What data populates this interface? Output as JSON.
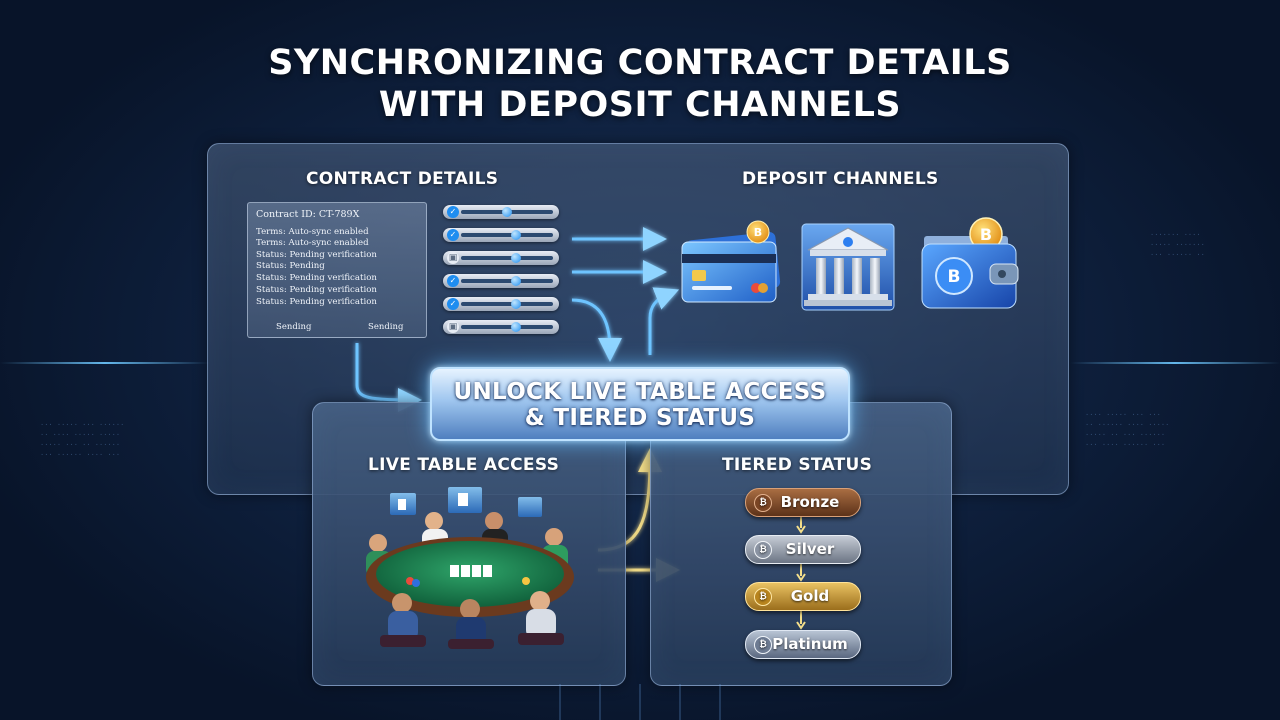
{
  "title": {
    "line1": "SYNCHRONIZING CONTRACT DETAILS",
    "line2": "WITH DEPOSIT CHANNELS"
  },
  "contract_details": {
    "heading": "CONTRACT DETAILS",
    "contract_id": "Contract ID: CT-789X",
    "lines": [
      "Terms: Auto-sync enabled",
      "Terms: Auto-sync enabled",
      "Status: Pending verification",
      "Status: Pending",
      "Status: Pending verification",
      "Status: Pending verification",
      "Status: Pending verification"
    ],
    "footer_left": "Sending",
    "footer_right": "Sending",
    "toggles": [
      {
        "icon": "check",
        "level": 0.5
      },
      {
        "icon": "check",
        "level": 0.6
      },
      {
        "icon": "lock",
        "level": 0.6
      },
      {
        "icon": "check",
        "level": 0.6
      },
      {
        "icon": "check",
        "level": 0.6
      },
      {
        "icon": "lock",
        "level": 0.6
      }
    ]
  },
  "deposit_channels": {
    "heading": "DEPOSIT CHANNELS",
    "items": [
      {
        "name": "credit-card-icon"
      },
      {
        "name": "bank-icon"
      },
      {
        "name": "crypto-wallet-icon"
      }
    ]
  },
  "unlock": {
    "line1": "UNLOCK LIVE TABLE ACCESS",
    "line2": "& TIERED STATUS"
  },
  "live_table": {
    "heading": "LIVE TABLE ACCESS"
  },
  "tiered_status": {
    "heading": "TIERED STATUS",
    "tiers": [
      "Bronze",
      "Silver",
      "Gold",
      "Platinum"
    ]
  },
  "colors": {
    "accent_blue": "#4fb6ff",
    "arrow_gold": "#f5df8a",
    "background": "#0f213f"
  }
}
